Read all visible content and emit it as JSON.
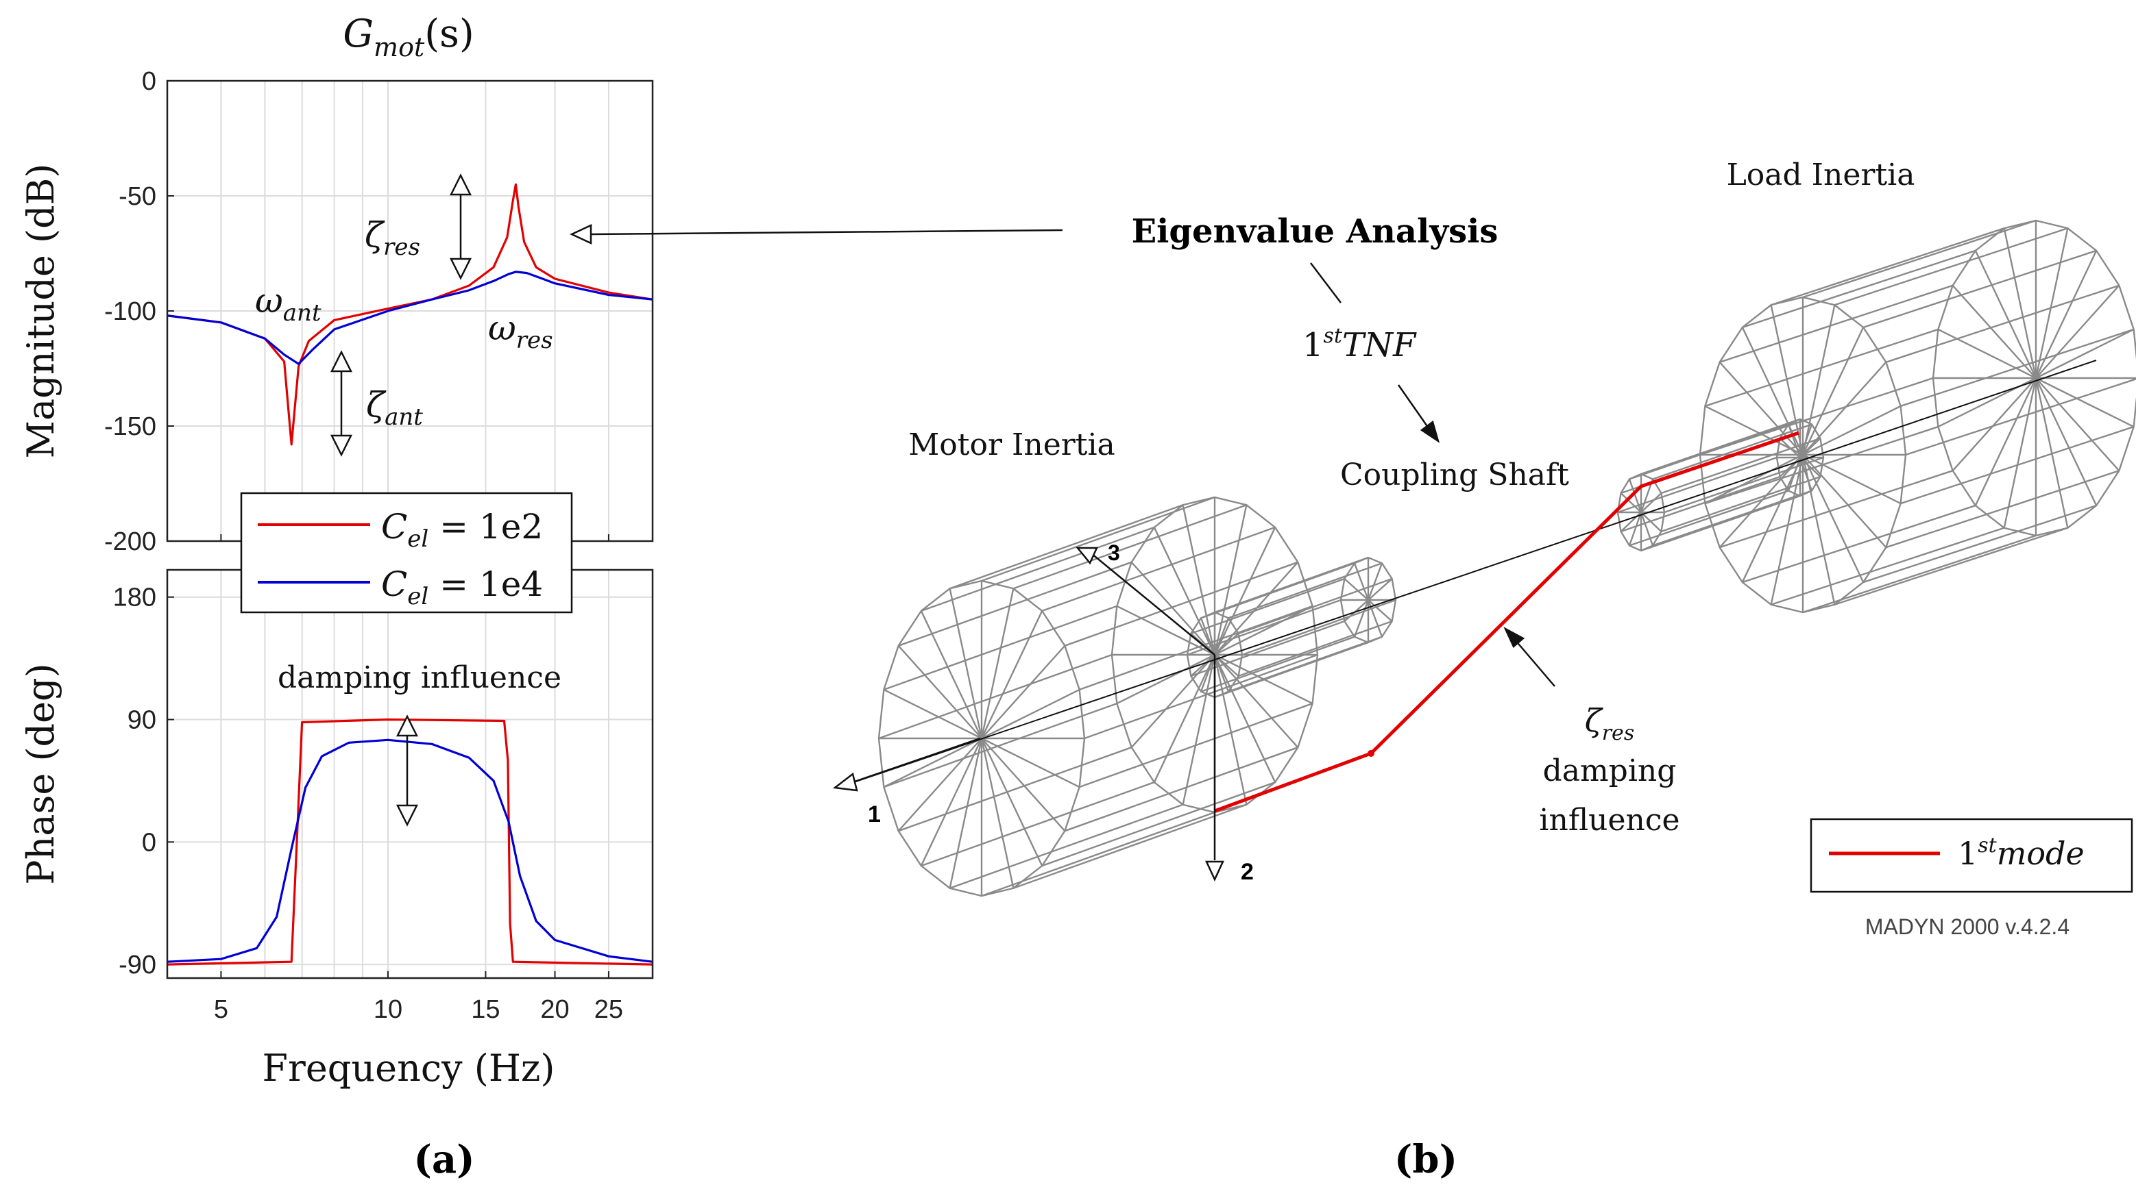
{
  "panel_a": {
    "title": "G",
    "title_sub": "mot",
    "title_tail": "(s)",
    "caption": "(a)",
    "magnitude_ylabel": "Magnitude (dB)",
    "phase_ylabel": "Phase (deg)",
    "xlabel": "Frequency (Hz)",
    "omega_ant": "ω",
    "omega_ant_sub": "ant",
    "omega_res": "ω",
    "omega_res_sub": "res",
    "zeta_res": "ζ",
    "zeta_res_sub": "res",
    "zeta_ant": "ζ",
    "zeta_ant_sub": "ant",
    "damping_label": "damping influence",
    "legend": [
      {
        "lhs": "C",
        "sub": "el",
        "rhs": " = 1e2",
        "color": "#e30000"
      },
      {
        "lhs": "C",
        "sub": "el",
        "rhs": " = 1e4",
        "color": "#0000d6"
      }
    ]
  },
  "panel_b": {
    "caption": "(b)",
    "eigen_label": "Eigenvalue Analysis",
    "tnf_pre": "1",
    "tnf_sup": "st",
    "tnf_post": "TNF",
    "coupling_label": "Coupling Shaft",
    "motor_label": "Motor Inertia",
    "load_label": "Load Inertia",
    "zeta": "ζ",
    "zeta_sub": "res",
    "damping_line1": "damping",
    "damping_line2": "influence",
    "legend_pre": "1",
    "legend_sup": "st",
    "legend_post": "mode",
    "mode_color": "#e30000",
    "software": "MADYN 2000 v.4.2.4",
    "axis_labels": [
      "1",
      "2",
      "3"
    ]
  },
  "chart_data": [
    {
      "type": "line",
      "title": "G_mot(s)",
      "xlabel": "",
      "ylabel": "Magnitude (dB)",
      "xscale": "log",
      "xlim": [
        4,
        30
      ],
      "ylim": [
        -200,
        0
      ],
      "xticks": [
        5,
        10,
        15,
        20,
        25
      ],
      "yticks": [
        0,
        -50,
        -100,
        -150,
        -200
      ],
      "grid": true,
      "legend_position": "bottom-right",
      "series": [
        {
          "name": "C_el = 1e2",
          "color": "#e30000",
          "x": [
            4,
            5,
            6,
            6.5,
            6.7,
            6.9,
            7.2,
            8,
            10,
            12,
            14,
            15.5,
            16.4,
            16.8,
            17,
            17.2,
            17.6,
            18.5,
            20,
            25,
            30
          ],
          "y": [
            -102,
            -105,
            -112,
            -122,
            -158,
            -124,
            -113,
            -104,
            -99,
            -95,
            -89,
            -81,
            -68,
            -52,
            -45,
            -55,
            -70,
            -81,
            -86,
            -92,
            -95
          ]
        },
        {
          "name": "C_el = 1e4",
          "color": "#0000d6",
          "x": [
            4,
            5,
            6,
            6.5,
            6.9,
            7.3,
            8,
            10,
            12,
            14,
            15.5,
            16.5,
            17,
            17.8,
            19,
            20,
            25,
            30
          ],
          "y": [
            -102,
            -105,
            -112,
            -119,
            -123,
            -117,
            -108,
            -100,
            -95,
            -91,
            -87,
            -84,
            -83,
            -83.5,
            -86,
            -88,
            -93,
            -95
          ]
        }
      ]
    },
    {
      "type": "line",
      "title": "",
      "xlabel": "Frequency (Hz)",
      "ylabel": "Phase (deg)",
      "xscale": "log",
      "xlim": [
        4,
        30
      ],
      "ylim": [
        -100,
        200
      ],
      "xticks": [
        5,
        10,
        15,
        20,
        25
      ],
      "yticks": [
        180,
        90,
        0,
        -90
      ],
      "grid": true,
      "series": [
        {
          "name": "C_el = 1e2",
          "color": "#e30000",
          "x": [
            4,
            6.7,
            6.85,
            7.0,
            10,
            16.2,
            16.45,
            16.6,
            16.8,
            30
          ],
          "y": [
            -90,
            -88,
            0,
            88,
            90,
            89,
            60,
            -60,
            -88,
            -90
          ]
        },
        {
          "name": "C_el = 1e4",
          "color": "#0000d6",
          "x": [
            4,
            5,
            5.8,
            6.3,
            6.7,
            7.1,
            7.6,
            8.5,
            10,
            12,
            14,
            15.5,
            16.5,
            17.3,
            18.5,
            20,
            25,
            30
          ],
          "y": [
            -88,
            -86,
            -78,
            -55,
            -5,
            40,
            63,
            73,
            75,
            72,
            62,
            45,
            15,
            -25,
            -58,
            -72,
            -84,
            -88
          ]
        }
      ]
    }
  ]
}
